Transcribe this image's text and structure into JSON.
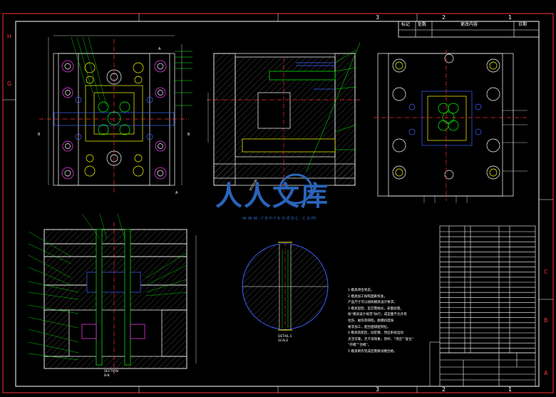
{
  "drawing": {
    "zone_numbers_top": [
      "3",
      "2",
      "1"
    ],
    "zone_numbers_bottom": [
      "3",
      "2",
      "1"
    ],
    "zone_letters_left": [
      "H",
      "G"
    ],
    "zone_letters_right": [
      "C",
      "B",
      "A"
    ],
    "revision_block": {
      "headers": [
        "标记",
        "处数",
        "更改内容",
        "日期"
      ]
    },
    "section_label": "SECTION\nB-B",
    "detail_label": "DETAIL E\nSCALE",
    "notes": [
      "1  模具闭合状态。",
      "2  模具加工按照国家标准，",
      "   产品尺寸可以按照模具设计要求。",
      "3  模具型腔、型芯需抛光，表面处理，",
      "   按“模具设计规范”执行，成型面不允许有",
      "   拉伤、碰伤等缺陷，脱模斜度按",
      "   要求加工，配合面研配到位。",
      "4  模具装配后，动定模、顶出系统运动",
      "   灵活可靠，无卡滞现象，顶杆、“顶出”“复位”",
      "   “开模”“合模”。",
      "5  模具制作完成后需要试模合格。"
    ],
    "watermark": {
      "text_cn": "人人文库",
      "url": "www.renrendoc.com"
    }
  },
  "colors": {
    "background": "#000000",
    "line_white": "#ffffff",
    "line_yellow": "#ffff00",
    "line_green": "#00ff00",
    "line_blue": "#4060ff",
    "line_magenta": "#ff40ff",
    "line_red": "#ff3030",
    "line_cyan": "#00ffff",
    "watermark_blue": "#2a64b8"
  }
}
